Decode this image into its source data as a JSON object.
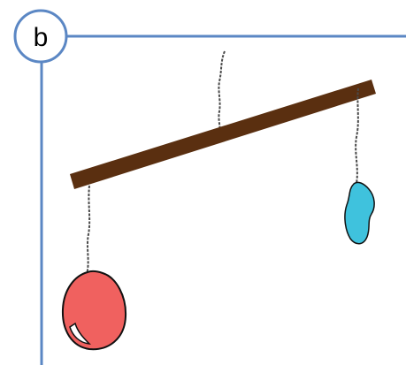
{
  "panel": {
    "label": "b"
  },
  "colors": {
    "frame": "#5b87c4",
    "rod": "#5a2f10",
    "string": "#4a4a4a",
    "red_object": "#f0615f",
    "blue_object": "#3fc2dd",
    "outline": "#111111",
    "highlight": "#ffffff"
  },
  "objects": [
    {
      "name": "red-balloon",
      "color": "red"
    },
    {
      "name": "blue-blob",
      "color": "blue"
    }
  ]
}
